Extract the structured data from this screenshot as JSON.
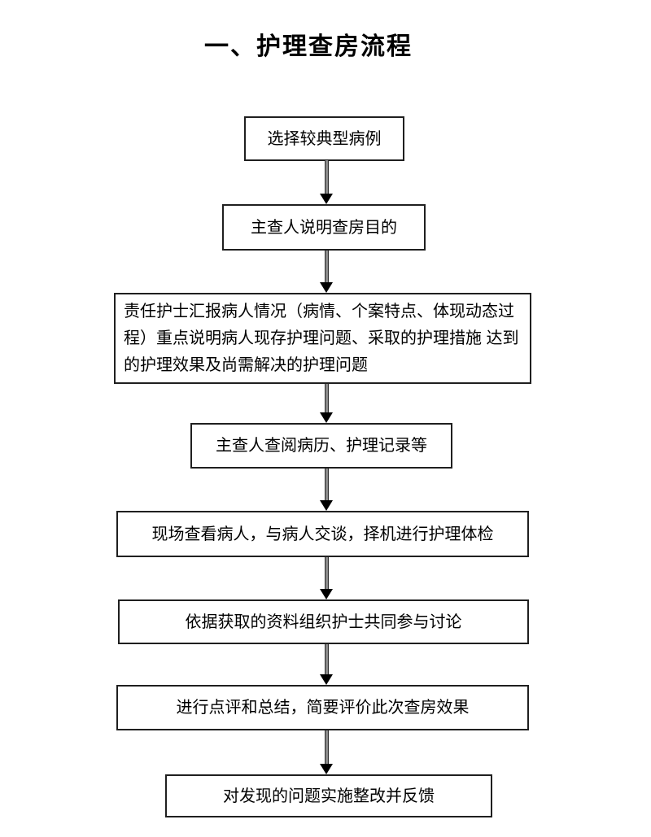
{
  "title": "一、护理查房流程",
  "flowchart": {
    "type": "vertical-flow",
    "steps": [
      {
        "id": 1,
        "label": "选择较典型病例"
      },
      {
        "id": 2,
        "label": "主查人说明查房目的"
      },
      {
        "id": 3,
        "label": "责任护士汇报病人情况（病情、个案特点、体现动态过程）重点说明病人现存护理问题、采取的护理措施 达到的护理效果及尚需解决的护理问题"
      },
      {
        "id": 4,
        "label": "主查人查阅病历、护理记录等"
      },
      {
        "id": 5,
        "label": "现场查看病人，与病人交谈，择机进行护理体检"
      },
      {
        "id": 6,
        "label": "依据获取的资料组织护士共同参与讨论"
      },
      {
        "id": 7,
        "label": "进行点评和总结，简要评价此次查房效果"
      },
      {
        "id": 8,
        "label": "对发现的问题实施整改并反馈"
      }
    ],
    "connectors": {
      "count": 7,
      "direction": "down",
      "style": "solid-shaft-triangle-head"
    },
    "colors": {
      "page_background": "#ffffff",
      "box_background": "#ffffff",
      "box_border": "#1f1f1f",
      "arrow_shaft": "#8a8a8a",
      "arrow_head": "#000000",
      "text": "#000000"
    }
  }
}
